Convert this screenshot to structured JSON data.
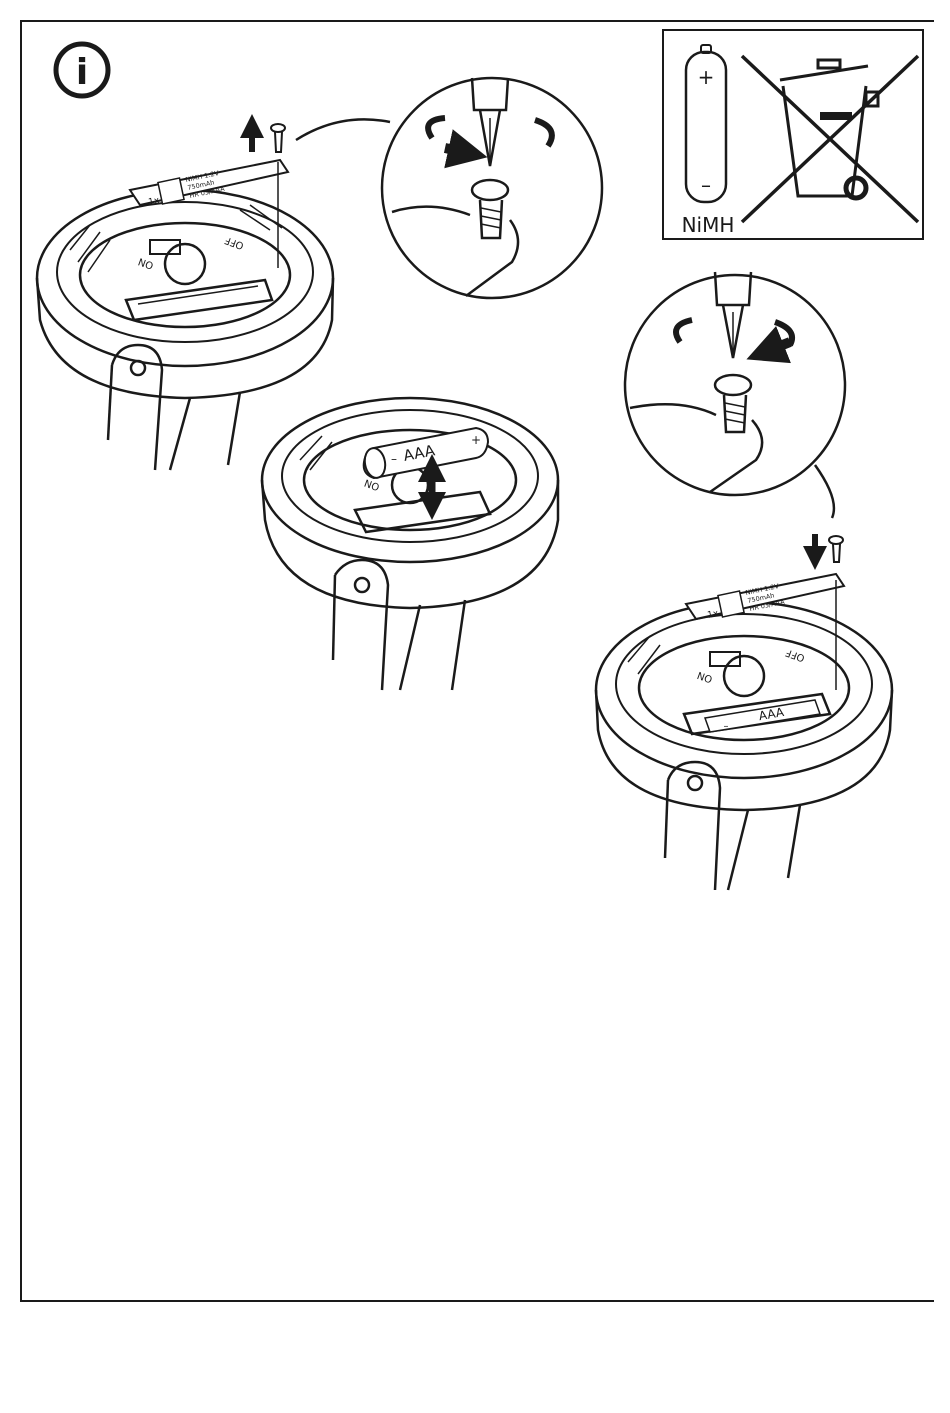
{
  "info_badge": {
    "glyph": "i"
  },
  "recycle_panel": {
    "chemistry_label": "NiMH",
    "plus_sign": "+",
    "minus_sign": "–"
  },
  "step1": {
    "battery_cover_label": {
      "count": "1x",
      "line1": "NiMH 1.2V",
      "line2": "750mAh",
      "line3": "HR 03/AAA"
    },
    "switch_on": "ON",
    "switch_off": "OFF"
  },
  "step2": {
    "battery_label": "AAA",
    "battery_plus": "+",
    "battery_minus": "–",
    "switch_on": "ON"
  },
  "step3": {
    "battery_cover_label": {
      "count": "1x",
      "line1": "NiMH 1.2V",
      "line2": "750mAh",
      "line3": "HR 03/AAA"
    },
    "battery_label": "AAA",
    "battery_minus": "–",
    "switch_on": "ON",
    "switch_off": "OFF"
  },
  "colors": {
    "ink": "#1a1a1a",
    "paper": "#ffffff"
  }
}
